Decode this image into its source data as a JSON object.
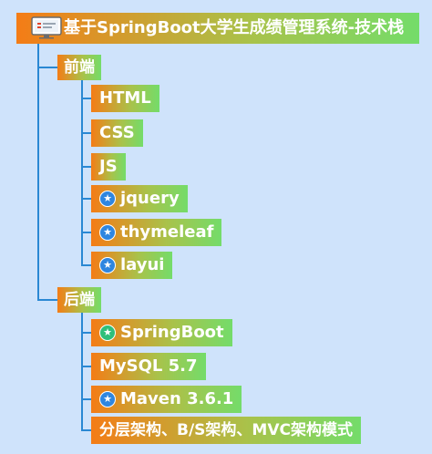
{
  "root": {
    "title": "基于SpringBoot大学生成绩管理系统-技术栈",
    "icon": "monitor-icon"
  },
  "groups": [
    {
      "label": "前端",
      "items": [
        {
          "label": "HTML",
          "icon": null
        },
        {
          "label": "CSS",
          "icon": null
        },
        {
          "label": "JS",
          "icon": null
        },
        {
          "label": "jquery",
          "icon": "star-icon"
        },
        {
          "label": "thymeleaf",
          "icon": "star-icon"
        },
        {
          "label": "layui",
          "icon": "star-icon"
        }
      ]
    },
    {
      "label": "后端",
      "items": [
        {
          "label": "SpringBoot",
          "icon": "star-icon-green"
        },
        {
          "label": "MySQL 5.7",
          "icon": null
        },
        {
          "label": "Maven 3.6.1",
          "icon": "star-icon"
        },
        {
          "label": "分层架构、B/S架构、MVC架构模式",
          "icon": null
        }
      ]
    }
  ],
  "colors": {
    "connector": "#2a88d3",
    "gradient_start": "#f47c16",
    "gradient_end": "#74dc6a",
    "background": "#cfe3fb"
  }
}
